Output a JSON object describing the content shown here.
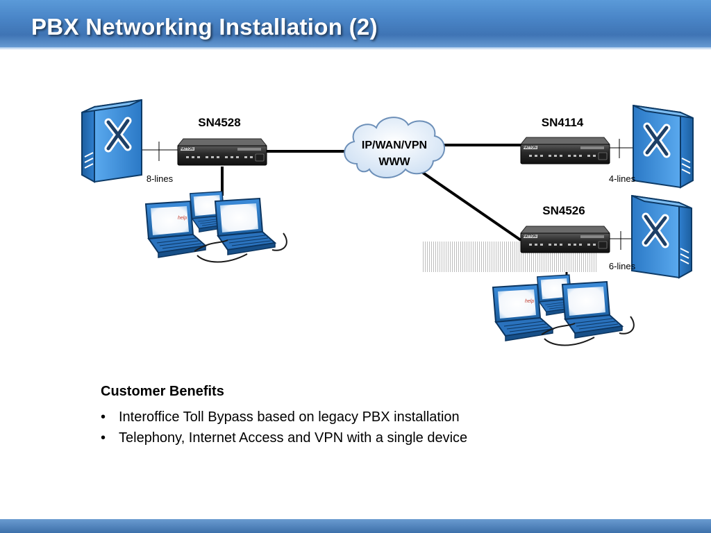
{
  "slide": {
    "title": "PBX Networking Installation (2)"
  },
  "diagram": {
    "cloud": {
      "line1": "IP/WAN/VPN",
      "line2": "WWW"
    },
    "devices": [
      {
        "id": "left",
        "name": "SN4528",
        "lines": "8-lines"
      },
      {
        "id": "right-top",
        "name": "SN4114",
        "lines": "4-lines"
      },
      {
        "id": "right-bottom",
        "name": "SN4526",
        "lines": "6-lines"
      }
    ],
    "brand_label": "PATTON",
    "screen_label": "help"
  },
  "benefits": {
    "heading": "Customer Benefits",
    "items": [
      "Interoffice Toll Bypass based on legacy PBX installation",
      "Telephony, Internet Access and VPN with a single device"
    ]
  },
  "colors": {
    "title_bar": "#4a86c8",
    "server_blue": "#3f8fd8",
    "laptop_blue": "#2f7fd0"
  }
}
